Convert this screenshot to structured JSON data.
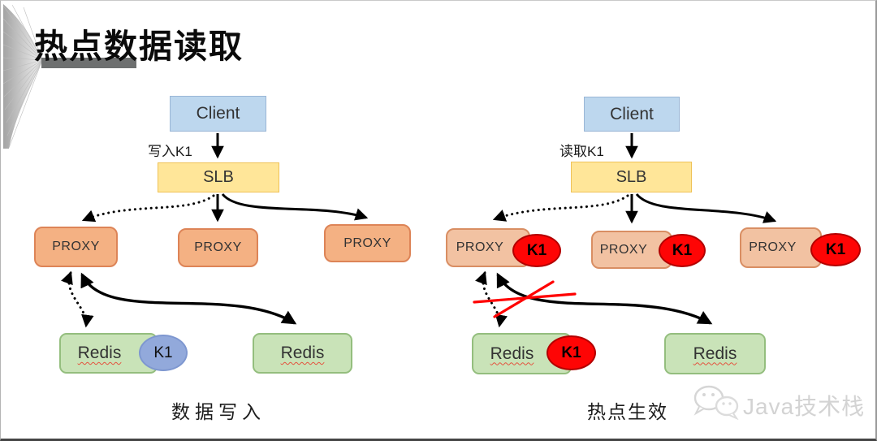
{
  "title": "热点数据读取",
  "left_panel": {
    "caption": "数据写入",
    "client_label": "Client",
    "flow_label": "写入K1",
    "slb_label": "SLB",
    "proxy_labels": [
      "PROXY",
      "PROXY",
      "PROXY"
    ],
    "redis1_label": "Redis",
    "redis1_badge": "K1",
    "redis2_label": "Redis"
  },
  "right_panel": {
    "caption": "热点生效",
    "client_label": "Client",
    "flow_label": "读取K1",
    "slb_label": "SLB",
    "proxy_labels": [
      "PROXY",
      "PROXY",
      "PROXY"
    ],
    "proxy_badges": [
      "K1",
      "K1",
      "K1"
    ],
    "redis1_label": "Redis",
    "redis1_badge": "K1",
    "redis2_label": "Redis"
  },
  "watermark": {
    "icon": "wechat-icon",
    "text": "Java技术栈"
  },
  "colors": {
    "client_fill": "#BDD7EE",
    "client_border": "#9AB6D6",
    "slb_fill": "#FFE699",
    "slb_border": "#EFC257",
    "proxy_fill": "#F4B183",
    "proxy_border": "#DD8457",
    "redis_fill": "#C9E3B8",
    "redis_border": "#94BE7E",
    "badge_blue": "#92A9DB",
    "badge_red": "#FE0505",
    "arrow": "#000000",
    "block_cross": "#FF0000",
    "title_underline": "#6E7070"
  }
}
